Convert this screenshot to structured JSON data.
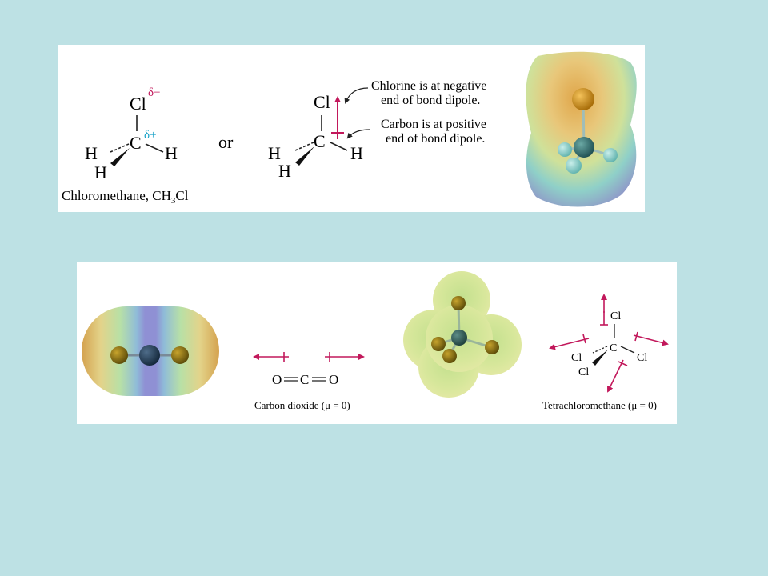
{
  "top_panel": {
    "structure_left": {
      "cl": "Cl",
      "c": "C",
      "h_left": "H",
      "h_right": "H",
      "h_bottom": "H",
      "delta_minus": "δ−",
      "delta_plus": "δ+",
      "caption_prefix": "Chloromethane, CH",
      "caption_sub": "3",
      "caption_suffix": "Cl"
    },
    "or_label": "or",
    "structure_right": {
      "cl": "Cl",
      "c": "C",
      "h_left": "H",
      "h_right": "H",
      "h_bottom": "H"
    },
    "annotations": {
      "chlorine_line1": "Chlorine is at negative",
      "chlorine_line2": "end of bond dipole.",
      "carbon_line1": "Carbon is at positive",
      "carbon_line2": "end of bond dipole."
    }
  },
  "bottom_panel": {
    "co2": {
      "o_left": "O",
      "c": "C",
      "o_right": "O",
      "caption": "Carbon dioxide (μ = 0)"
    },
    "ccl4": {
      "cl_top": "Cl",
      "cl_left": "Cl",
      "cl_right": "Cl",
      "cl_bottom": "Cl",
      "c": "C",
      "caption": "Tetrachloromethane (μ = 0)"
    }
  },
  "colors": {
    "background": "#bde1e4",
    "dipole_arrow": "#c2185b",
    "delta_minus": "#c2185b",
    "delta_plus": "#1aa3c8"
  }
}
